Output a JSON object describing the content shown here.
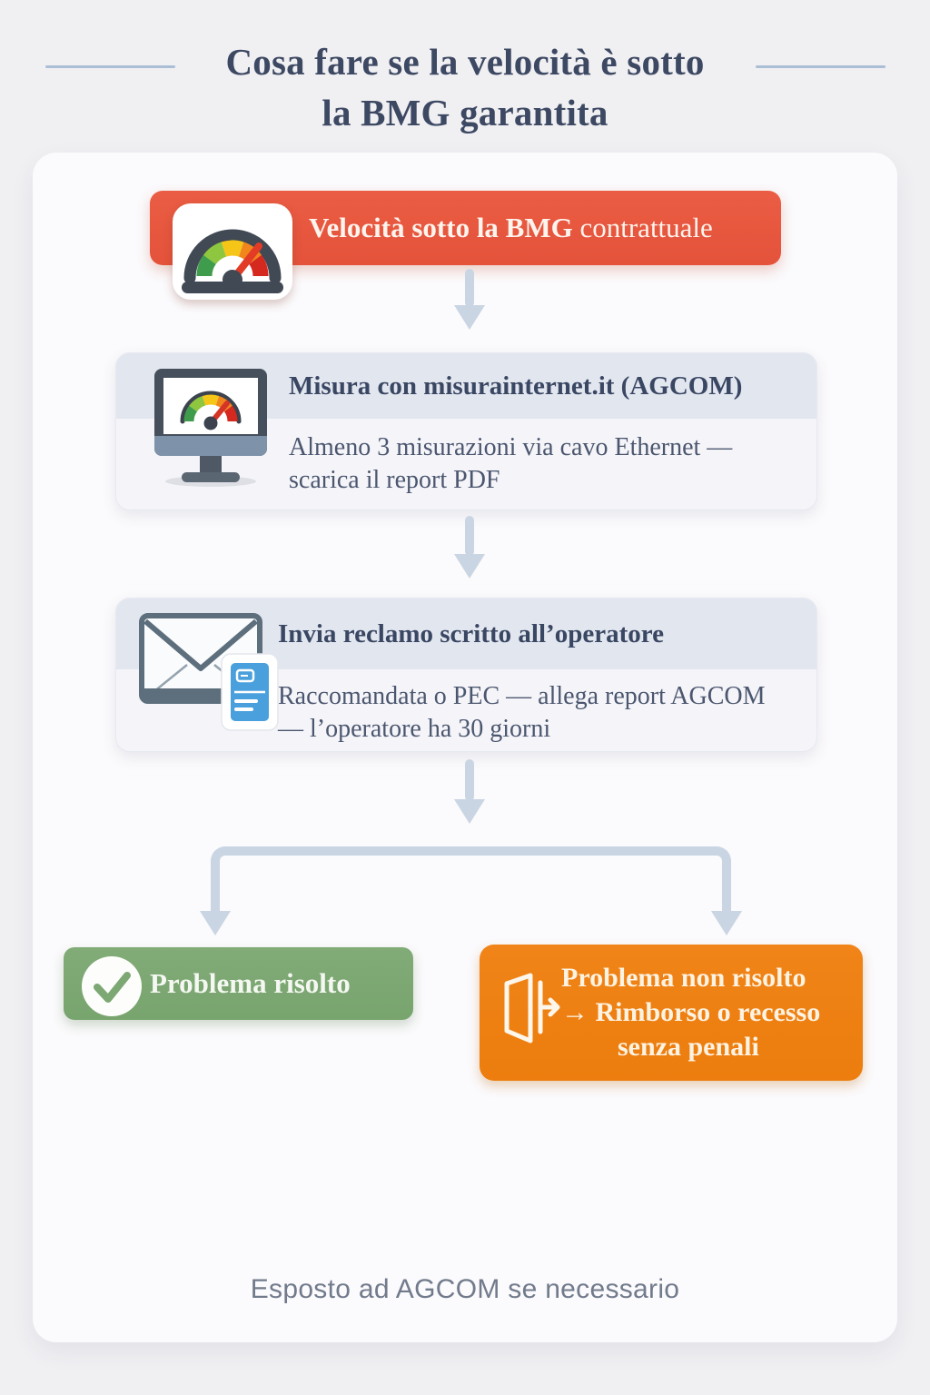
{
  "header": {
    "title_line1": "Cosa fare se la velocità è sotto",
    "title_line2": "la BMG garantita"
  },
  "flow": {
    "start": {
      "icon": "speedometer-icon",
      "label_strong": "Velocità sotto la BMG",
      "label_rest": " contrattuale",
      "color": "#e7563e"
    },
    "steps": [
      {
        "icon": "monitor-speedtest-icon",
        "title": "Misura con misurainternet.it (AGCOM)",
        "body_line1": "Almeno 3 misurazioni via cavo Ethernet —",
        "body_line2": "scarica il report PDF"
      },
      {
        "icon": "envelope-document-icon",
        "title": "Invia reclamo scritto all’operatore",
        "body_line1": "Raccomandata o PEC — allega report AGCOM",
        "body_line2": "— l’operatore ha 30 giorni"
      }
    ],
    "outcomes": {
      "resolved": {
        "icon": "checkmark-circle-icon",
        "label": "Problema risolto",
        "color": "#7da874"
      },
      "unresolved": {
        "icon": "exit-door-icon",
        "line1": "Problema non risolto",
        "line2": "→ Rimborso o recesso",
        "line3": "senza penali",
        "color": "#ee8013"
      }
    }
  },
  "footer": {
    "note": "Esposto ad AGCOM se necessario"
  },
  "colors": {
    "background": "#f0eff2",
    "panel": "#fbfafc",
    "title_text": "#3d4963",
    "card_header_band": "#e2e6ef",
    "card_body": "#f5f5f9",
    "arrow": "#c9d5e3",
    "alert_red": "#e7563e",
    "success_green": "#7da874",
    "warning_orange": "#ee8013"
  }
}
